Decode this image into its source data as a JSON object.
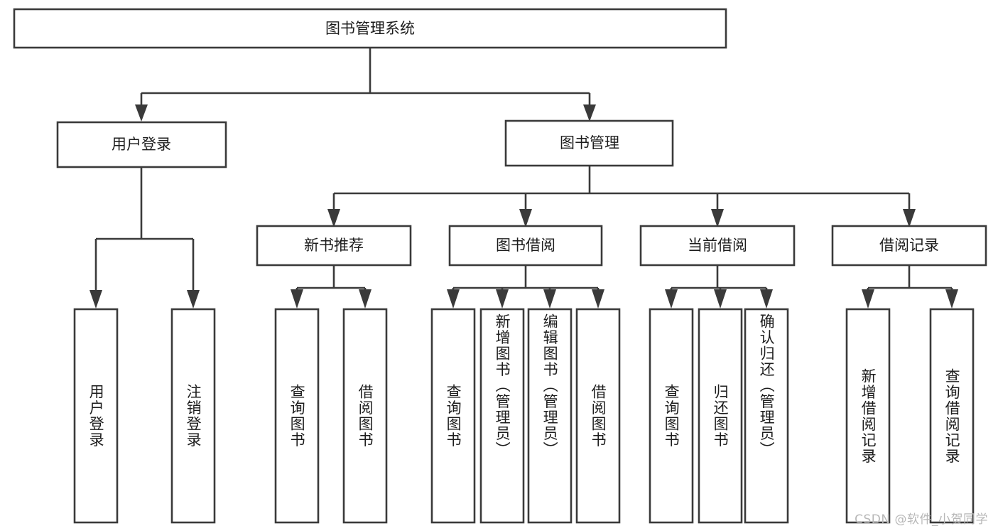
{
  "diagram": {
    "title": "图书管理系统",
    "type": "tree",
    "watermark": "CSDN @软件_小贺同学",
    "colors": {
      "box_stroke": "#3a3a3a",
      "box_fill": "#ffffff",
      "text": "#1d1d1d",
      "watermark": "#b7b7b7",
      "background": "#ffffff"
    },
    "root": {
      "label": "图书管理系统"
    },
    "level2": [
      {
        "label": "用户登录"
      },
      {
        "label": "图书管理"
      }
    ],
    "level3": [
      {
        "label": "新书推荐"
      },
      {
        "label": "图书借阅"
      },
      {
        "label": "当前借阅"
      },
      {
        "label": "借阅记录"
      }
    ],
    "leaves": {
      "user_login": [
        {
          "label": "用户登录"
        },
        {
          "label": "注销登录"
        }
      ],
      "new_book_recommend": [
        {
          "label": "查询图书"
        },
        {
          "label": "借阅图书"
        }
      ],
      "book_borrow": [
        {
          "label": "查询图书"
        },
        {
          "label": "新增图书（管理员）"
        },
        {
          "label": "编辑图书（管理员）"
        },
        {
          "label": "借阅图书"
        }
      ],
      "current_borrow": [
        {
          "label": "查询图书"
        },
        {
          "label": "归还图书"
        },
        {
          "label": "确认归还（管理员）"
        }
      ],
      "borrow_record": [
        {
          "label": "新增借阅记录"
        },
        {
          "label": "查询借阅记录"
        }
      ]
    }
  }
}
